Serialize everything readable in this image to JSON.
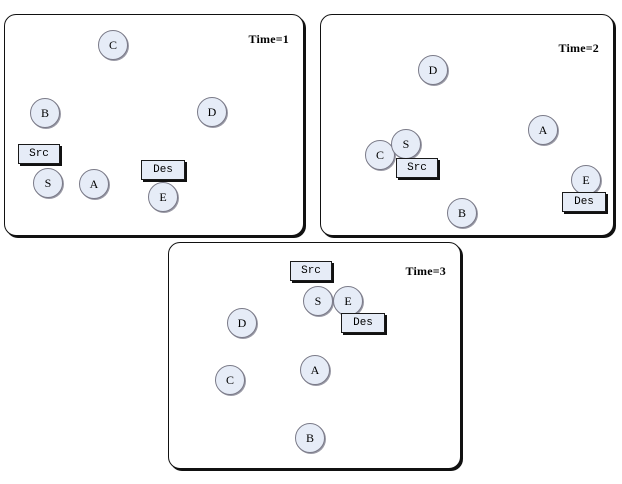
{
  "figure": {
    "title": "",
    "background_color": "#ffffff",
    "node_fill_color": "#e6ecf7",
    "node_border_color": "#7a7a88",
    "tag_fill_color": "#e6ecf7",
    "tag_border_color": "#1a1a1a",
    "panel_border_color": "#111111"
  },
  "labels": {
    "src": "Src",
    "des": "Des"
  },
  "panels": [
    {
      "id": "panel-time-1",
      "time_label": "Time=1",
      "nodes": [
        {
          "id": "n1-c",
          "label": "C"
        },
        {
          "id": "n1-b",
          "label": "B"
        },
        {
          "id": "n1-d",
          "label": "D"
        },
        {
          "id": "n1-s",
          "label": "S"
        },
        {
          "id": "n1-a",
          "label": "A"
        },
        {
          "id": "n1-e",
          "label": "E"
        }
      ],
      "tags": [
        {
          "id": "t1-src",
          "label": "Src",
          "attached_to": "S"
        },
        {
          "id": "t1-des",
          "label": "Des",
          "attached_to": "E"
        }
      ]
    },
    {
      "id": "panel-time-2",
      "time_label": "Time=2",
      "nodes": [
        {
          "id": "n2-d",
          "label": "D"
        },
        {
          "id": "n2-a",
          "label": "A"
        },
        {
          "id": "n2-c",
          "label": "C"
        },
        {
          "id": "n2-s",
          "label": "S"
        },
        {
          "id": "n2-e",
          "label": "E"
        },
        {
          "id": "n2-b",
          "label": "B"
        }
      ],
      "tags": [
        {
          "id": "t2-src",
          "label": "Src",
          "attached_to": "S"
        },
        {
          "id": "t2-des",
          "label": "Des",
          "attached_to": "E"
        }
      ]
    },
    {
      "id": "panel-time-3",
      "time_label": "Time=3",
      "nodes": [
        {
          "id": "n3-s",
          "label": "S"
        },
        {
          "id": "n3-e",
          "label": "E"
        },
        {
          "id": "n3-d",
          "label": "D"
        },
        {
          "id": "n3-c",
          "label": "C"
        },
        {
          "id": "n3-a",
          "label": "A"
        },
        {
          "id": "n3-b",
          "label": "B"
        }
      ],
      "tags": [
        {
          "id": "t3-src",
          "label": "Src",
          "attached_to": "S"
        },
        {
          "id": "t3-des",
          "label": "Des",
          "attached_to": "E"
        }
      ]
    }
  ]
}
